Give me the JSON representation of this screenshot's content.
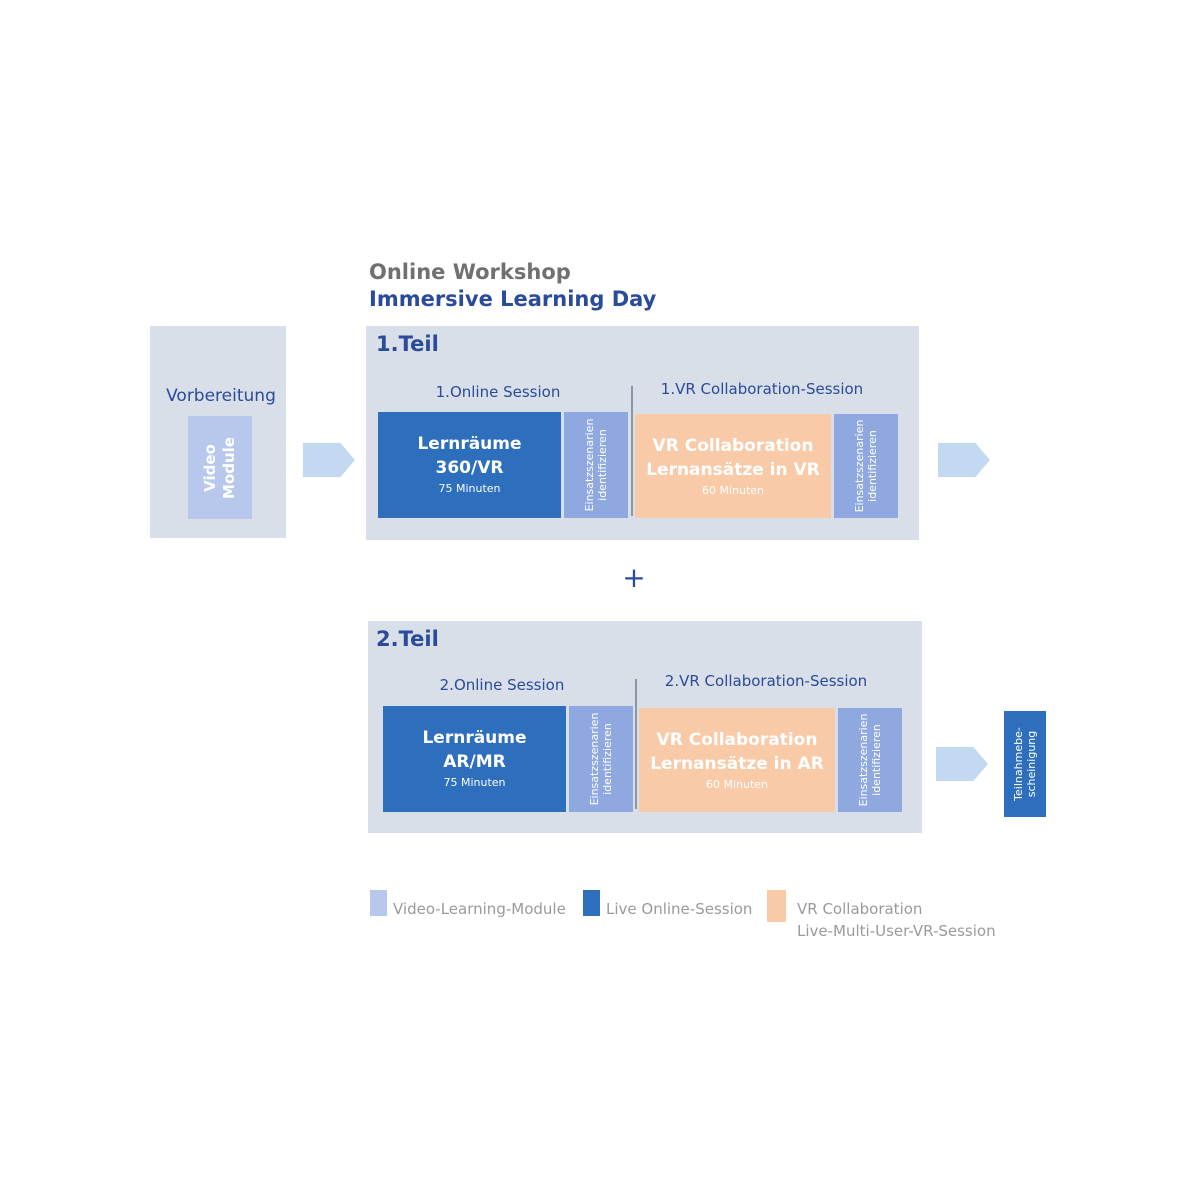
{
  "header": {
    "line1": "Online Workshop",
    "line2": "Immersive Learning Day"
  },
  "preparation": {
    "label": "Vorbereitung",
    "module_line1": "Video",
    "module_line2": "Module"
  },
  "part1": {
    "title": "1.Teil",
    "online_session_label": "1.Online Session",
    "vr_session_label": "1.VR Collaboration-Session",
    "online_box": {
      "line1": "Lernräume",
      "line2": "360/VR",
      "duration": "75 Minuten"
    },
    "scenario1": {
      "line1": "Einsatzszenarien",
      "line2": "identifizieren"
    },
    "vr_box": {
      "line1": "VR Collaboration",
      "line2": "Lernansätze in VR",
      "duration": "60 Minuten"
    },
    "scenario2": {
      "line1": "Einsatzszenarien",
      "line2": "identifizieren"
    }
  },
  "plus": "+",
  "part2": {
    "title": "2.Teil",
    "online_session_label": "2.Online Session",
    "vr_session_label": "2.VR Collaboration-Session",
    "online_box": {
      "line1": "Lernräume",
      "line2": "AR/MR",
      "duration": "75 Minuten"
    },
    "scenario1": {
      "line1": "Einsatzszenarien",
      "line2": "identifizieren"
    },
    "vr_box": {
      "line1": "VR Collaboration",
      "line2": "Lernansätze in AR",
      "duration": "60 Minuten"
    },
    "scenario2": {
      "line1": "Einsatzszenarien",
      "line2": "identifizieren"
    }
  },
  "certificate": {
    "line1": "Teilnahmebe-",
    "line2": "scheinigung"
  },
  "legend": {
    "video": "Video-Learning-Module",
    "live": "Live Online-Session",
    "vr_line1": "VR Collaboration",
    "vr_line2": "Live-Multi-User-VR-Session"
  },
  "colors": {
    "panel": "#d9dfe8",
    "live_online": "#2e6fbd",
    "video_module": "#b7c8ec",
    "vr_collaboration": "#f8caa8",
    "scenario": "#8fa9e0",
    "title_blue": "#2a4a9a",
    "arrow": "#c3d9f2"
  }
}
